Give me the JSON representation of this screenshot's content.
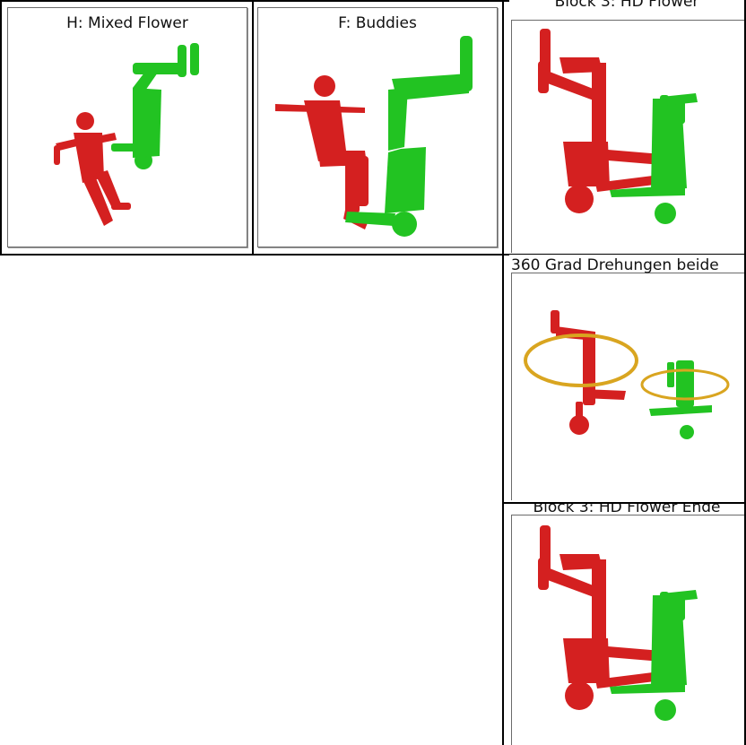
{
  "panels": {
    "mixed_flower": {
      "title": "H: Mixed Flower"
    },
    "buddies": {
      "title": "F: Buddies"
    },
    "hd_flower": {
      "title": "Block 3: HD Flower"
    },
    "rotations": {
      "title": "360 Grad Drehungen beide"
    },
    "hd_flower_end": {
      "title": "Block 3: HD Flower Ende"
    }
  },
  "colors": {
    "red_figure": "#d42020",
    "green_figure": "#22c322",
    "ring": "#d9a520",
    "grid": "#000000",
    "frame": "#6b6b6b"
  }
}
